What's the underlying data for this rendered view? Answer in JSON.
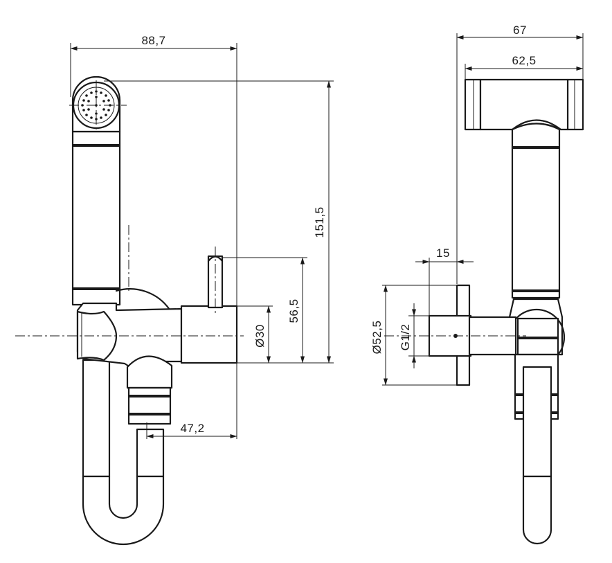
{
  "drawing": {
    "side_view": {
      "overall_width": "88,7",
      "overall_height": "151,5",
      "valve_height": "56,5",
      "valve_diameter": "Ø30",
      "outlet_offset": "47,2"
    },
    "front_view": {
      "overall_width": "67",
      "handle_width": "62,5",
      "flange_depth": "15",
      "flange_diameter": "Ø52,5",
      "thread_size": "G1/2"
    }
  }
}
